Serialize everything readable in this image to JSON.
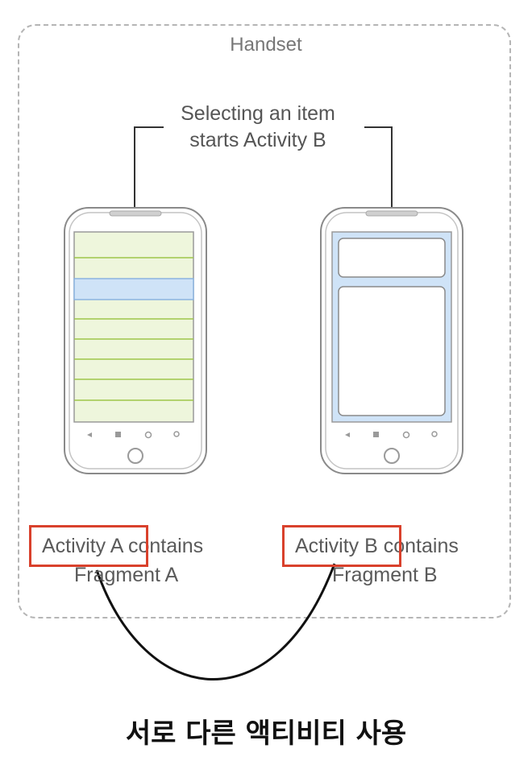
{
  "container": {
    "label": "Handset"
  },
  "callout": {
    "line1": "Selecting an item",
    "line2": "starts Activity B"
  },
  "phone_a": {
    "caption_line1": "Activity A contains",
    "caption_line2": "Fragment A"
  },
  "phone_b": {
    "caption_line1": "Activity B contains",
    "caption_line2": "Fragment B"
  },
  "bottom_caption": "서로 다른 액티비티 사용",
  "colors": {
    "list_fill": "#eef6dc",
    "list_divider": "#9dc64a",
    "selected_row": "#cfe3f7",
    "fragment_b_fill": "#cfe3f7",
    "highlight_box": "#d9412c"
  }
}
